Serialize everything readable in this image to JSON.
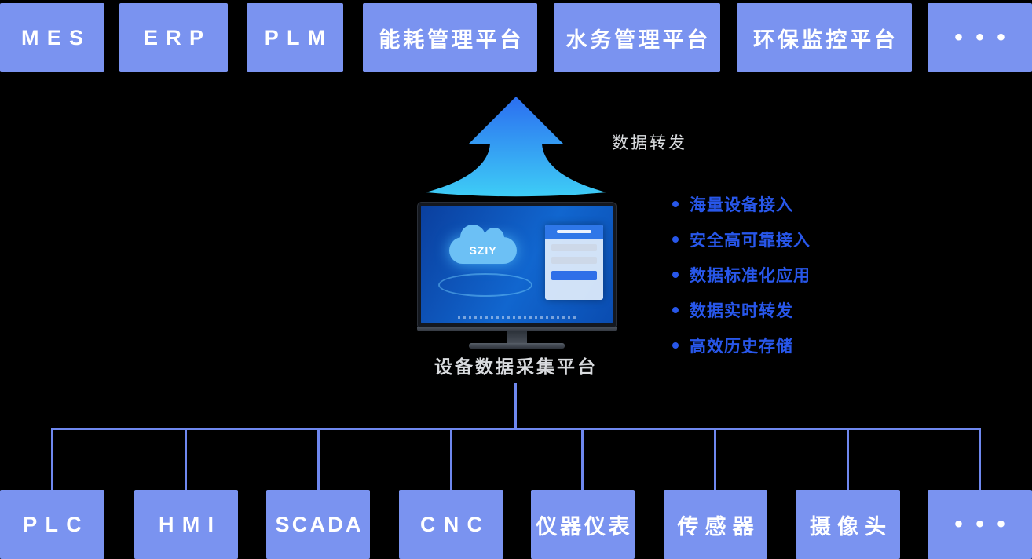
{
  "top_row": {
    "items": [
      "MES",
      "ERP",
      "PLM",
      "能耗管理平台",
      "水务管理平台",
      "环保监控平台",
      "•••"
    ]
  },
  "bottom_row": {
    "items": [
      "PLC",
      "HMI",
      "SCADA",
      "CNC",
      "仪器仪表",
      "传感器",
      "摄像头",
      "•••"
    ]
  },
  "center": {
    "arrow_label": "数据转发",
    "platform_label": "设备数据采集平台"
  },
  "features": [
    "海量设备接入",
    "安全高可靠接入",
    "数据标准化应用",
    "数据实时转发",
    "高效历史存储"
  ],
  "monitor": {
    "cloud_text": "SZIY"
  },
  "colors": {
    "background": "#000000",
    "box": "#7A93F0",
    "line": "#6F88EF",
    "feature_text": "#2857EA",
    "label_light": "#D9DBDE",
    "arrow_top": "#2B6EF0",
    "arrow_bottom": "#3ECDF6"
  }
}
